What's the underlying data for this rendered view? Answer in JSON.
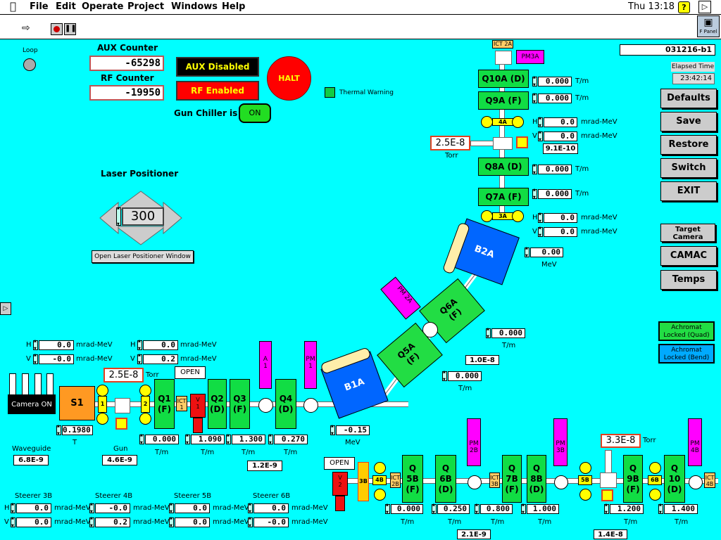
{
  "menubar": {
    "items": [
      "File",
      "Edit",
      "Operate",
      "Project",
      "Windows",
      "Help"
    ],
    "clock": "Thu 13:18"
  },
  "toolbar": {
    "fpanel_label": "F Panel"
  },
  "run_id": "031216-b1",
  "elapsed": {
    "label": "Elapsed Time",
    "value": "23:42:14"
  },
  "side_buttons": [
    "Defaults",
    "Save",
    "Restore",
    "Switch",
    "EXIT"
  ],
  "side_buttons2": {
    "target": "Target\nCamera",
    "camac": "CAMAC",
    "temps": "Temps"
  },
  "loop_label": "Loop",
  "aux": {
    "label": "AUX Counter",
    "value": "-65298",
    "status": "AUX Disabled"
  },
  "rf": {
    "label": "RF Counter",
    "value": "-19950",
    "status": "RF Enabled"
  },
  "halt": "HALT",
  "thermal": "Thermal Warning",
  "chiller": {
    "label": "Gun Chiller is",
    "state": "ON"
  },
  "laser": {
    "title": "Laser Positioner",
    "value": "300",
    "open_btn": "Open Laser Positioner Window"
  },
  "units": {
    "tm": "T/m",
    "mrad": "mrad-MeV",
    "torr": "Torr",
    "mev": "MeV",
    "t": "T",
    "h": "H",
    "v": "V"
  },
  "upper_line": {
    "ict": "ICT 2A",
    "pm": "PM3A",
    "q10a": "Q10A (D)",
    "q10a_val": "0.000",
    "q9a": "Q9A (F)",
    "q9a_val": "0.000",
    "st4a": "4A",
    "st4a_h": "0.0",
    "st4a_v": "0.0",
    "press": "2.5E-8",
    "vac": "9.1E-10",
    "q8a": "Q8A (D)",
    "q8a_val": "0.000",
    "q7a": "Q7A (F)",
    "q7a_val": "0.000",
    "st3a": "3A",
    "st3a_h": "0.0",
    "st3a_v": "0.0",
    "b2a": "B2A",
    "b2a_val": "0.00",
    "q6a": "Q6A\n(F)",
    "q6a_val": "0.000",
    "pm2a": "PM\n2A",
    "vac2": "1.0E-8",
    "q5a": "Q5A\n(F)",
    "q5a_val": "0.000"
  },
  "achromat": {
    "quad": "Achromat\nLocked (Quad)",
    "bend": "Achromat\nLocked (Bend)"
  },
  "gun_line": {
    "st1_h": "0.0",
    "st1_v": "-0.0",
    "st2_h": "0.0",
    "st2_v": "0.2",
    "press": "2.5E-8",
    "open": "OPEN",
    "camera": "Camera ON",
    "s1": "S1",
    "s1_val": "0.1980",
    "wave_label": "Waveguide",
    "wave_val": "6.8E-9",
    "gun_label": "Gun",
    "gun_val": "4.6E-9",
    "q1": "Q1\n(F)",
    "q1_val": "0.000",
    "ict1": "ICT\n1",
    "v1": "V\n1",
    "q2": "Q2\n(D)",
    "q2_val": "1.090",
    "q3": "Q3\n(F)",
    "q3_val": "1.300",
    "q4": "Q4\n(D)",
    "q4_val": "0.270",
    "vac": "1.2E-9",
    "pma": "A\n1",
    "pm1": "PM\n1",
    "b1a": "B1A",
    "b1a_val": "-0.15",
    "m1": "1",
    "m2": "2"
  },
  "lower_line": {
    "open": "OPEN",
    "v2": "V\n2",
    "y3b": "3B",
    "y4b": "4B",
    "ict2b": "ICT\n2B",
    "q5b": "Q\n5B\n(F)",
    "q5b_val": "0.000",
    "q6b": "Q\n6B\n(D)",
    "q6b_val": "0.250",
    "pm2b": "PM\n2B",
    "ict3b": "ICT\n3B",
    "q7b": "Q\n7B\n(F)",
    "q7b_val": "0.800",
    "q8b": "Q\n8B\n(D)",
    "q8b_val": "1.000",
    "pm3b": "PM\n3B",
    "y5b": "5B",
    "press": "3.3E-8",
    "q9b": "Q\n9B\n(F)",
    "q9b_val": "1.200",
    "y6b": "6B",
    "q10b": "Q\n10\n(D)",
    "q10b_val": "1.400",
    "pm4b": "PM\n4B",
    "ict4b": "ICT\n4B",
    "vac1": "2.1E-9",
    "vac2": "1.4E-8"
  },
  "steerers": [
    {
      "label": "Steerer 3B",
      "h": "0.0",
      "v": "0.0"
    },
    {
      "label": "Steerer 4B",
      "h": "-0.0",
      "v": "0.2"
    },
    {
      "label": "Steerer 5B",
      "h": "0.0",
      "v": "0.0"
    },
    {
      "label": "Steerer 6B",
      "h": "0.0",
      "v": "-0.0"
    }
  ]
}
